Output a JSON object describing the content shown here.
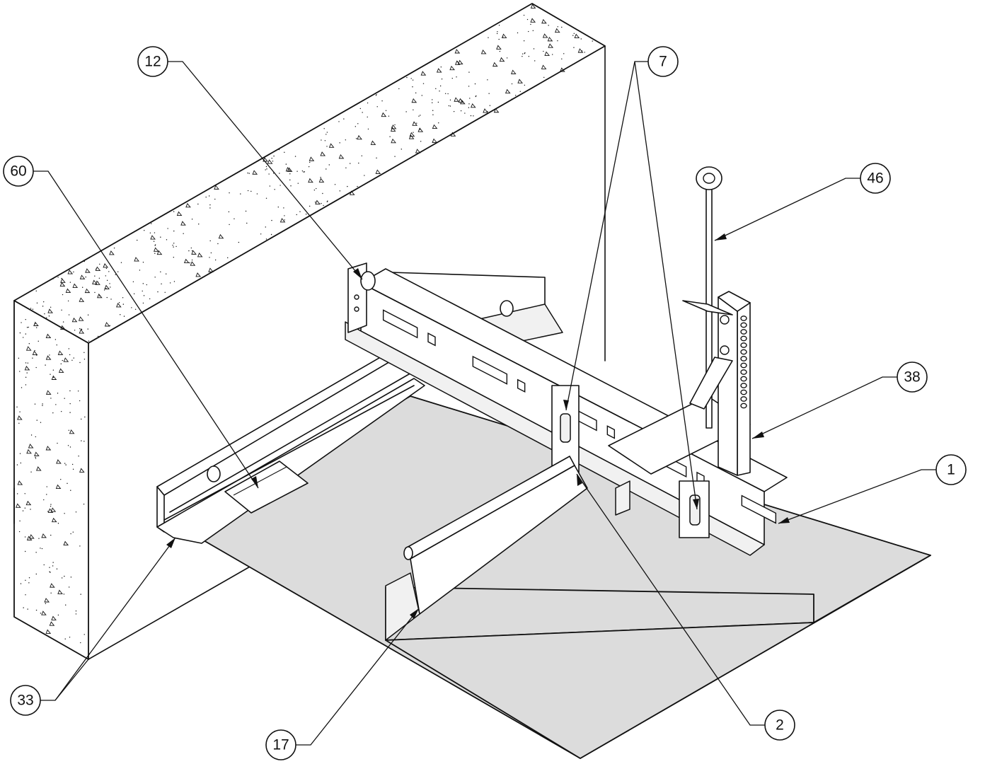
{
  "callouts": [
    {
      "id": "c12",
      "label": "12"
    },
    {
      "id": "c7",
      "label": "7"
    },
    {
      "id": "c60",
      "label": "60"
    },
    {
      "id": "c46",
      "label": "46"
    },
    {
      "id": "c38",
      "label": "38"
    },
    {
      "id": "c1",
      "label": "1"
    },
    {
      "id": "c2",
      "label": "2"
    },
    {
      "id": "c33",
      "label": "33"
    },
    {
      "id": "c17",
      "label": "17"
    }
  ],
  "colors": {
    "line": "#111111",
    "panel_fill": "#dcdcdc",
    "background": "#ffffff"
  }
}
